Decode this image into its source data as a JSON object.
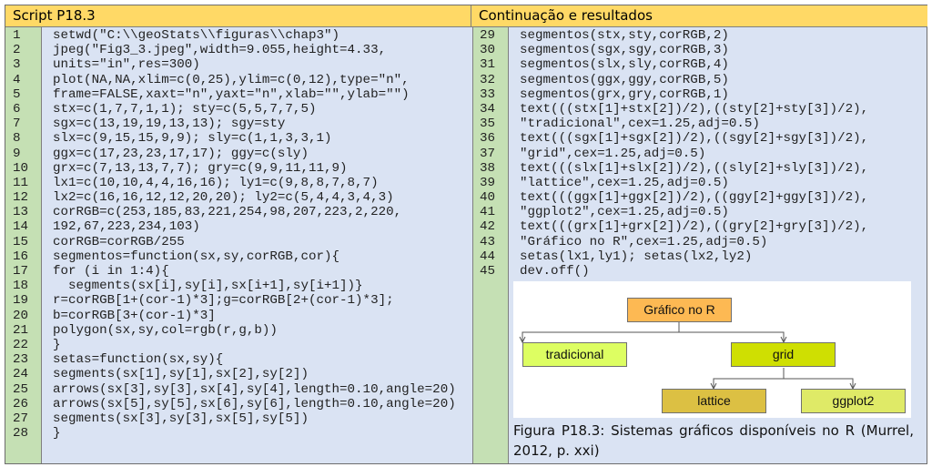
{
  "left": {
    "title": "Script P18.3",
    "lines": [
      "setwd(\"C:\\\\geoStats\\\\figuras\\\\chap3\")",
      "jpeg(\"Fig3_3.jpeg\",width=9.055,height=4.33,",
      "units=\"in\",res=300)",
      "plot(NA,NA,xlim=c(0,25),ylim=c(0,12),type=\"n\",",
      "frame=FALSE,xaxt=\"n\",yaxt=\"n\",xlab=\"\",ylab=\"\")",
      "stx=c(1,7,7,1,1); sty=c(5,5,7,7,5)",
      "sgx=c(13,19,19,13,13); sgy=sty",
      "slx=c(9,15,15,9,9); sly=c(1,1,3,3,1)",
      "ggx=c(17,23,23,17,17); ggy=c(sly)",
      "grx=c(7,13,13,7,7); gry=c(9,9,11,11,9)",
      "lx1=c(10,10,4,4,16,16); ly1=c(9,8,8,7,8,7)",
      "lx2=c(16,16,12,12,20,20); ly2=c(5,4,4,3,4,3)",
      "corRGB=c(253,185,83,221,254,98,207,223,2,220,",
      "192,67,223,234,103)",
      "corRGB=corRGB/255",
      "segmentos=function(sx,sy,corRGB,cor){",
      "for (i in 1:4){",
      "  segments(sx[i],sy[i],sx[i+1],sy[i+1])}",
      "r=corRGB[1+(cor-1)*3];g=corRGB[2+(cor-1)*3];",
      "b=corRGB[3+(cor-1)*3]",
      "polygon(sx,sy,col=rgb(r,g,b))",
      "}",
      "setas=function(sx,sy){",
      "segments(sx[1],sy[1],sx[2],sy[2])",
      "arrows(sx[3],sy[3],sx[4],sy[4],length=0.10,angle=20)",
      "arrows(sx[5],sy[5],sx[6],sy[6],length=0.10,angle=20)",
      "segments(sx[3],sy[3],sx[5],sy[5])",
      "}"
    ],
    "start": 1
  },
  "right": {
    "title": "Continuação e resultados",
    "lines": [
      "segmentos(stx,sty,corRGB,2)",
      "segmentos(sgx,sgy,corRGB,3)",
      "segmentos(slx,sly,corRGB,4)",
      "segmentos(ggx,ggy,corRGB,5)",
      "segmentos(grx,gry,corRGB,1)",
      "text(((stx[1]+stx[2])/2),((sty[2]+sty[3])/2),",
      "\"tradicional\",cex=1.25,adj=0.5)",
      "text(((sgx[1]+sgx[2])/2),((sgy[2]+sgy[3])/2),",
      "\"grid\",cex=1.25,adj=0.5)",
      "text(((slx[1]+slx[2])/2),((sly[2]+sly[3])/2),",
      "\"lattice\",cex=1.25,adj=0.5)",
      "text(((ggx[1]+ggx[2])/2),((ggy[2]+ggy[3])/2),",
      "\"ggplot2\",cex=1.25,adj=0.5)",
      "text(((grx[1]+grx[2])/2),((gry[2]+gry[3])/2),",
      "\"Gráfico no R\",cex=1.25,adj=0.5)",
      "setas(lx1,ly1); setas(lx2,ly2)",
      "dev.off()"
    ],
    "start": 29
  },
  "figure": {
    "nodes": {
      "root": "Gráfico no R",
      "tradicional": "tradicional",
      "grid": "grid",
      "lattice": "lattice",
      "ggplot2": "ggplot2"
    },
    "colors": {
      "root": "#fdb953",
      "tradicional": "#ddfe62",
      "grid": "#cfdf02",
      "lattice": "#dcc043",
      "ggplot2": "#dfea67"
    },
    "caption": "Figura P18.3: Sistemas gráficos disponíveis no R (Murrel, 2012, p. xxi)"
  }
}
